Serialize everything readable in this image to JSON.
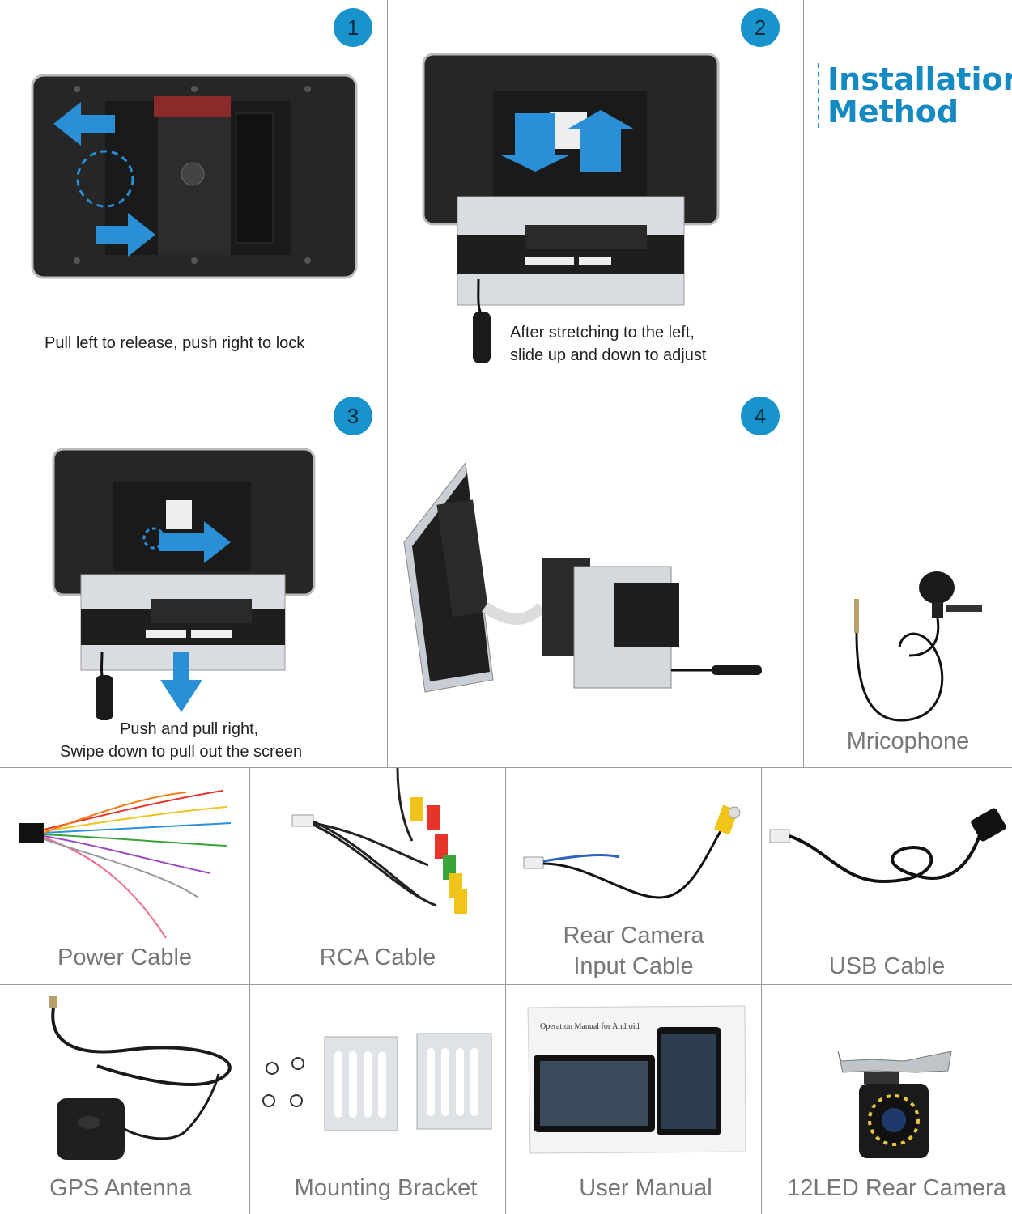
{
  "title": {
    "line1": "Installation",
    "line2": "Method"
  },
  "steps": [
    {
      "number": "1",
      "caption_lines": [
        "Pull left to release, push right to lock"
      ]
    },
    {
      "number": "2",
      "caption_lines": [
        "After stretching to the left,",
        "slide up and down to adjust"
      ]
    },
    {
      "number": "3",
      "caption_lines": [
        "Push and pull right,",
        "Swipe down to pull out the screen"
      ]
    },
    {
      "number": "4",
      "caption_lines": []
    }
  ],
  "microphone": {
    "label": "Mricophone",
    "icon": "microphone-icon"
  },
  "accessories": [
    {
      "label_lines": [
        "Power Cable"
      ],
      "icon": "power-cable-icon"
    },
    {
      "label_lines": [
        "RCA Cable"
      ],
      "icon": "rca-cable-icon"
    },
    {
      "label_lines": [
        "Rear Camera",
        "Input Cable"
      ],
      "icon": "rear-camera-cable-icon"
    },
    {
      "label_lines": [
        "USB Cable"
      ],
      "icon": "usb-cable-icon"
    },
    {
      "label_lines": [
        "GPS Antenna"
      ],
      "icon": "gps-antenna-icon"
    },
    {
      "label_lines": [
        "Mounting Bracket"
      ],
      "icon": "mounting-bracket-icon"
    },
    {
      "label_lines": [
        "User Manual"
      ],
      "icon": "user-manual-icon"
    },
    {
      "label_lines": [
        "12LED Rear Camera"
      ],
      "icon": "led-rear-camera-icon"
    }
  ],
  "manual_text": "Operation Manual for Android",
  "colors": {
    "accent": "#1893cc",
    "title": "#1589c2",
    "arrow": "#2a8fd6",
    "label": "#777777"
  }
}
